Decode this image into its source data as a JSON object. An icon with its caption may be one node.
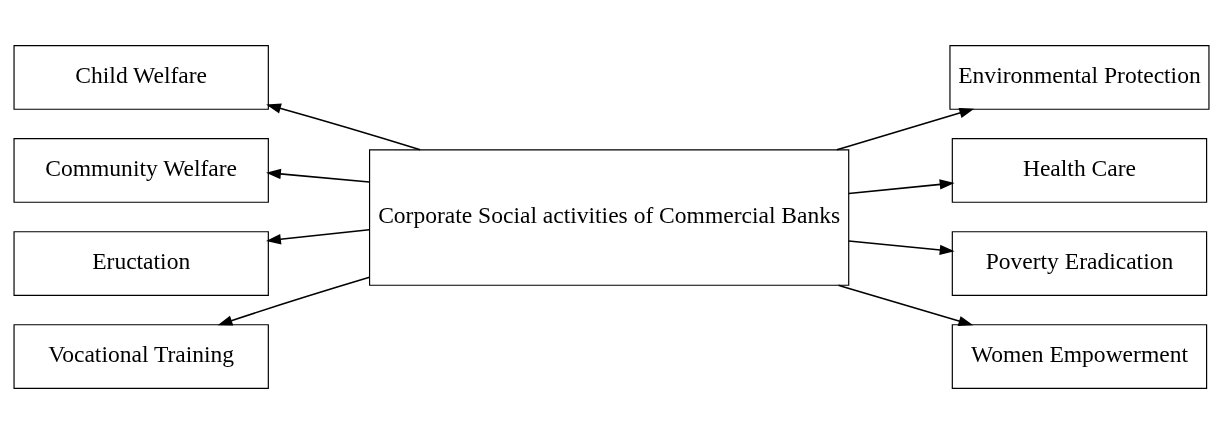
{
  "diagram": {
    "nodes": [
      {
        "text": [
          "Corporate Social activities of Commercial Banks"
        ]
      },
      {
        "text": [
          "Child Welfare"
        ]
      },
      {
        "text": [
          "Community Welfare"
        ]
      },
      {
        "text": [
          "Eructation"
        ]
      },
      {
        "text": [
          "Vocational Training"
        ]
      },
      {
        "text": [
          "Environmental Protection"
        ]
      },
      {
        "text": [
          "Health Care"
        ]
      },
      {
        "text": [
          "Poverty Eradication"
        ]
      },
      {
        "text": [
          "Women Empowerment"
        ]
      }
    ],
    "edges": [
      {
        "from": 0,
        "to": 1,
        "arrow": "to"
      },
      {
        "from": 0,
        "to": 2,
        "arrow": "to"
      },
      {
        "from": 0,
        "to": 3,
        "arrow": "to"
      },
      {
        "from": 0,
        "to": 4,
        "arrow": "to"
      },
      {
        "from": 0,
        "to": 5,
        "arrow": "to"
      },
      {
        "from": 0,
        "to": 6,
        "arrow": "to"
      },
      {
        "from": 0,
        "to": 7,
        "arrow": "to"
      },
      {
        "from": 0,
        "to": 8,
        "arrow": "to"
      }
    ]
  }
}
